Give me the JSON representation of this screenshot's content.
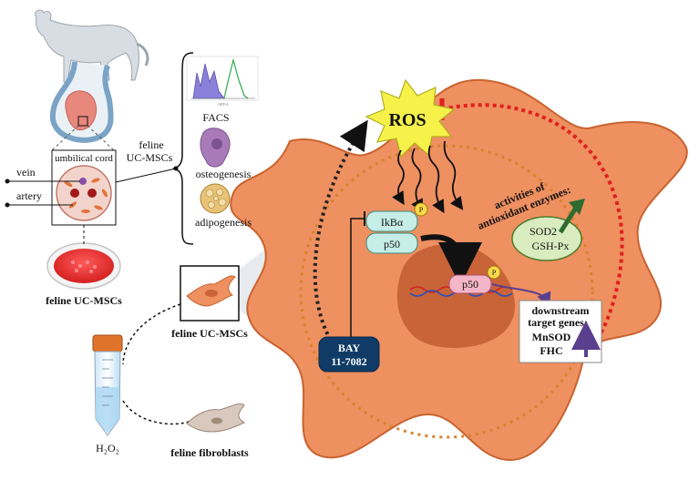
{
  "labels": {
    "facs": "FACS",
    "feline_uc_mscs_bracket": "feline",
    "feline_uc_mscs_bracket_2": "UC-MSCs",
    "osteogenesis": "osteogenesis",
    "adipogenesis": "adipogenesis",
    "umbilical_cord": "umbilical cord",
    "vein": "vein",
    "artery": "artery",
    "feline_uc_mscs_dish": "feline UC-MSCs",
    "feline_uc_mscs_cell": "feline UC-MSCs",
    "h2o2": "H₂O₂",
    "feline_fibroblasts": "feline fibroblasts",
    "ros": "ROS",
    "ikba": "IkBα",
    "p50_cyto": "p50",
    "p50_nuc": "p50",
    "phospho": "P",
    "bay_line1": "BAY",
    "bay_line2": "11-7082",
    "enzymes_line1": "activities of",
    "enzymes_line2": "antioxidant enzymes:",
    "sod2": "SOD2",
    "gshpx": "GSH-Px",
    "downstream_line1": "downstream",
    "downstream_line2": "target genes:",
    "mnsod": "MnSOD",
    "fhc": "FHC",
    "facs_axis": "GFP-A"
  },
  "colors": {
    "cell_fill": "#ee9060",
    "cell_stroke": "#c9632f",
    "nucleus": "#c96338",
    "ros_fill": "#f7f24a",
    "dark_blue": "#0f3b66",
    "teal_box": "#c6ede6",
    "green_box": "#d8ecc0",
    "pink_box": "#f5b5c8",
    "red_dotted": "#e02020",
    "orange_dotted": "#d9822b",
    "purple_arrow": "#5a3f8f",
    "green_arrow": "#2e6b2e"
  }
}
